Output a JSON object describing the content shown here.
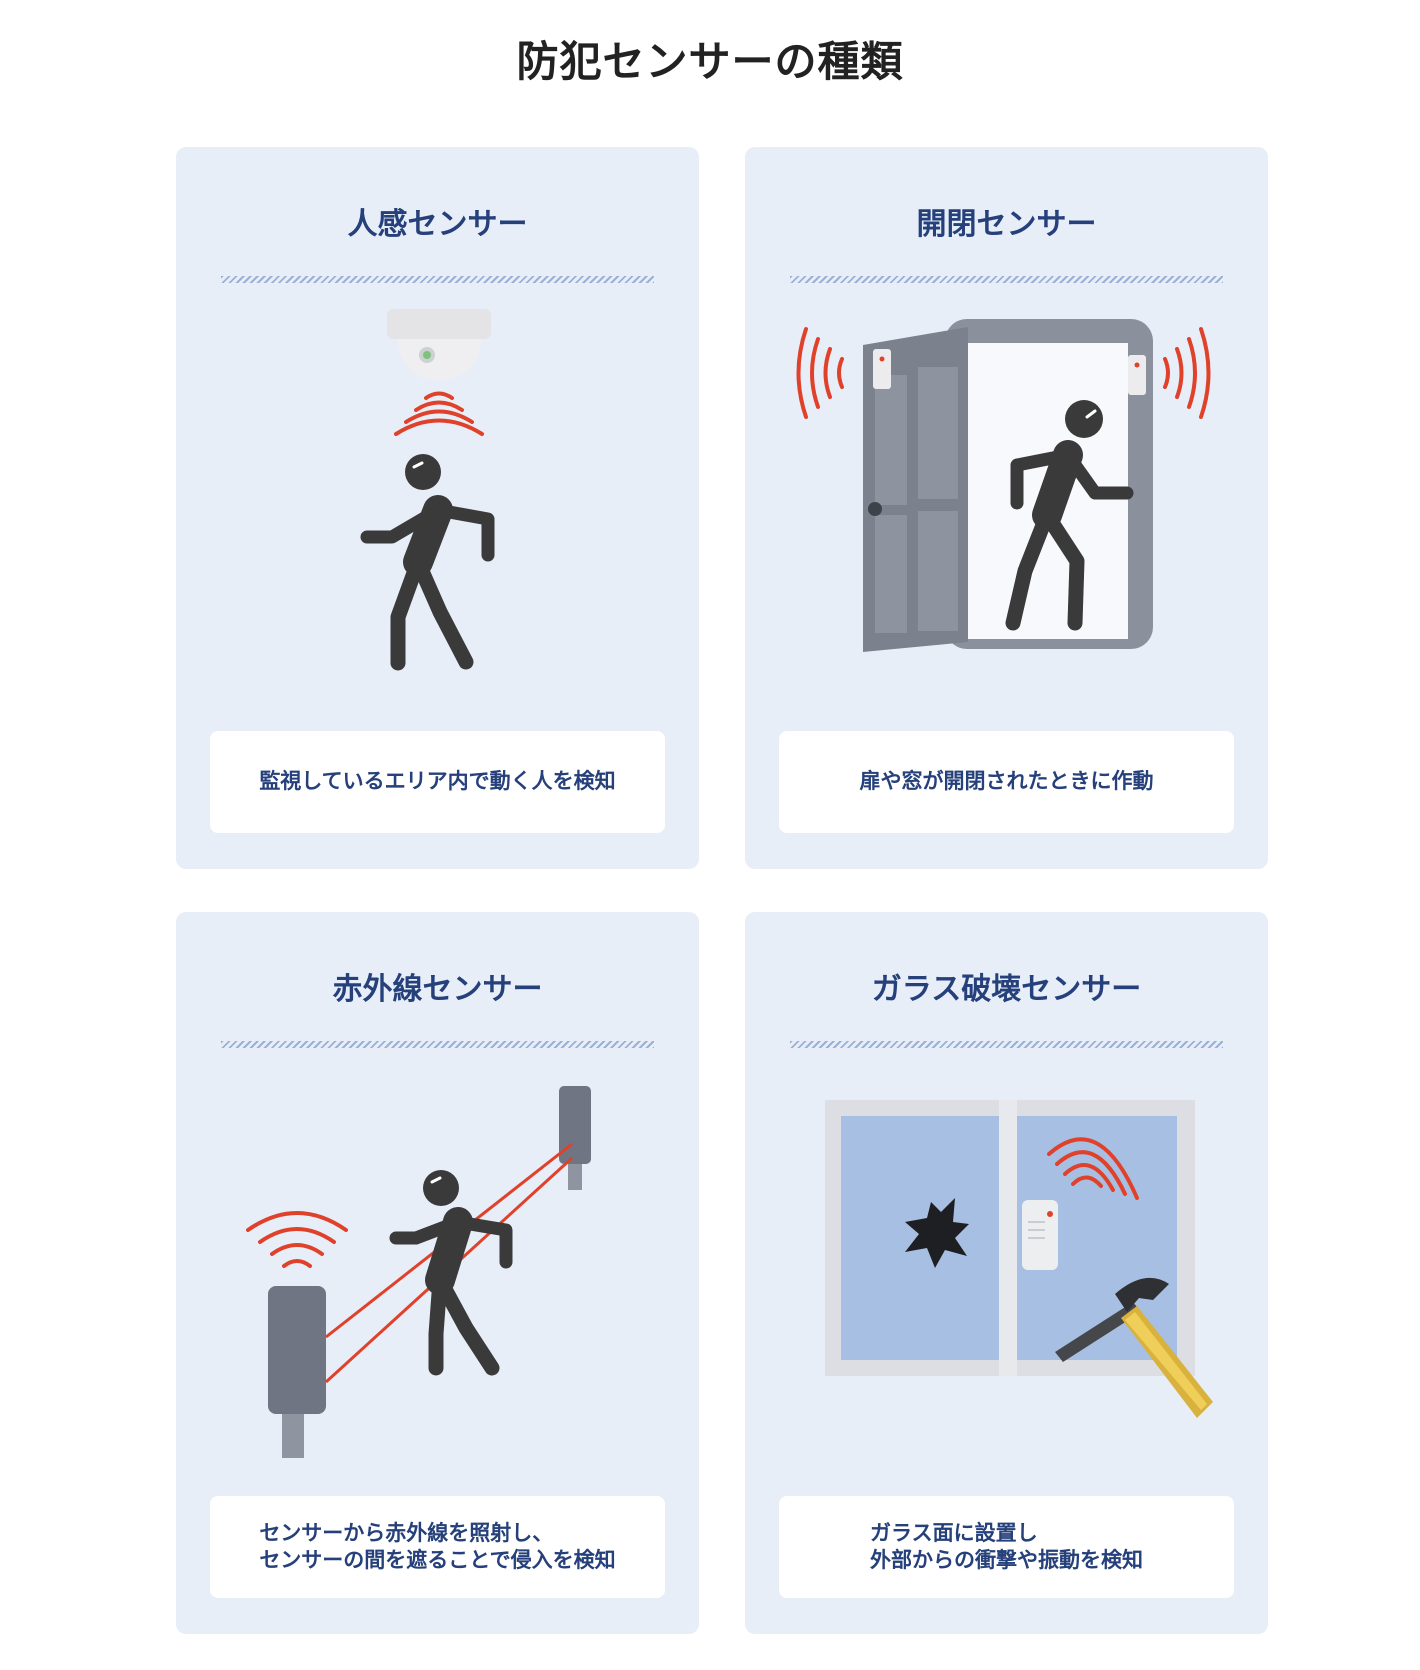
{
  "page": {
    "title": "防犯センサーの種類"
  },
  "cards": [
    {
      "title": "人感センサー",
      "description": [
        "監視しているエリア内で動く人を検知"
      ],
      "illustration": "motion-sensor-person"
    },
    {
      "title": "開閉センサー",
      "description": [
        "扉や窓が開閉されたときに作動"
      ],
      "illustration": "door-open-sensor"
    },
    {
      "title": "赤外線センサー",
      "description": [
        "センサーから赤外線を照射し、",
        "センサーの間を遮ることで侵入を検知"
      ],
      "illustration": "infrared-beam-sensor"
    },
    {
      "title": "ガラス破壊センサー",
      "description": [
        "ガラス面に設置し",
        "外部からの衝撃や振動を検知"
      ],
      "illustration": "glass-break-sensor"
    }
  ],
  "colors": {
    "card_bg": "#e7eef8",
    "title_blue": "#25407a",
    "wave_red": "#e0412b",
    "figure": "#3a3a3a"
  }
}
